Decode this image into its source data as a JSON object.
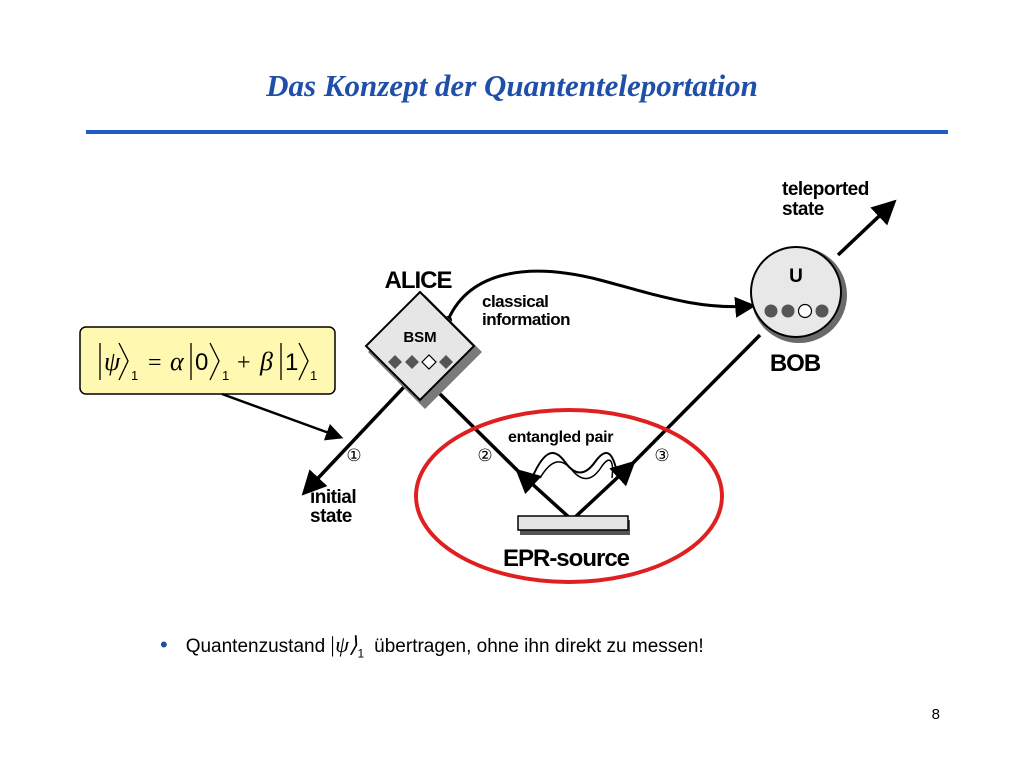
{
  "slide": {
    "title": "Das Konzept der Quantenteleportation",
    "page_number": "8",
    "colors": {
      "title": "#1f4fa8",
      "rule": "#1f5cc8",
      "highlight_circle": "#e02020",
      "state_box": "#fff8b0"
    }
  },
  "diagram": {
    "alice_label": "ALICE",
    "bsm_label": "BSM",
    "bob_label": "BOB",
    "unitary_label": "U",
    "classical_info_line1": "classical",
    "classical_info_line2": "information",
    "teleported_line1": "teleported",
    "teleported_line2": "state",
    "initial_line1": "initial",
    "initial_line2": "state",
    "entangled_label": "entangled pair",
    "epr_label": "EPR-source",
    "markers": [
      "①",
      "②",
      "③"
    ],
    "state_formula": {
      "psi": "ψ",
      "sub1": "1",
      "eq": "=",
      "alpha": "α",
      "zero": "0",
      "plus": "+",
      "beta": "β",
      "one": "1"
    }
  },
  "bullet": {
    "before": "Quantenzustand",
    "psi": "ψ",
    "sub": "1",
    "after": "übertragen, ohne ihn direkt zu messen!"
  }
}
